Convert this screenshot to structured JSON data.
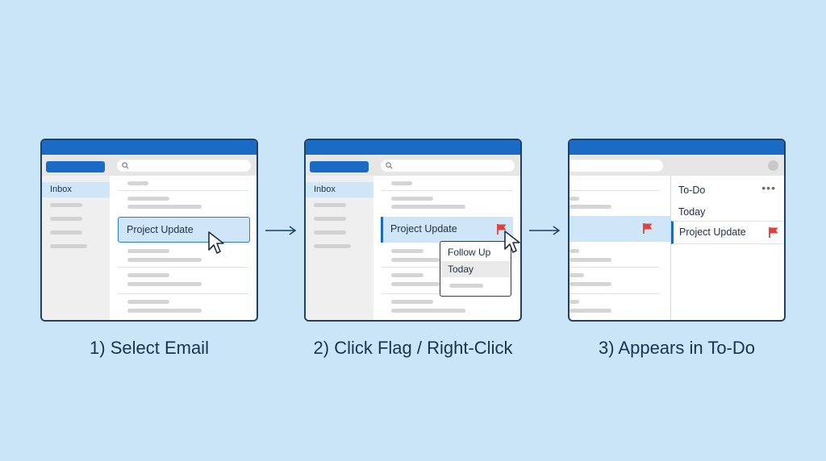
{
  "colors": {
    "background": "#c9e5f7",
    "window_border": "#1f3f63",
    "accent_blue": "#1a6bc6",
    "selection": "#cfe6f8",
    "flag_red": "#e0413b"
  },
  "steps": [
    {
      "caption": "1) Select Email",
      "sidebar_item": "Inbox",
      "selected_email": "Project Update"
    },
    {
      "caption": "2) Click Flag / Right-Click",
      "sidebar_item": "Inbox",
      "selected_email": "Project Update",
      "context_menu": [
        "Follow Up",
        "Today"
      ]
    },
    {
      "caption": "3) Appears in To-Do",
      "todo_title": "To-Do",
      "todo_more": "•••",
      "todo_group": "Today",
      "todo_task": "Project Update"
    }
  ],
  "icons": [
    "search-icon",
    "flag-icon",
    "cursor-icon",
    "arrow-right-icon",
    "more-icon"
  ]
}
